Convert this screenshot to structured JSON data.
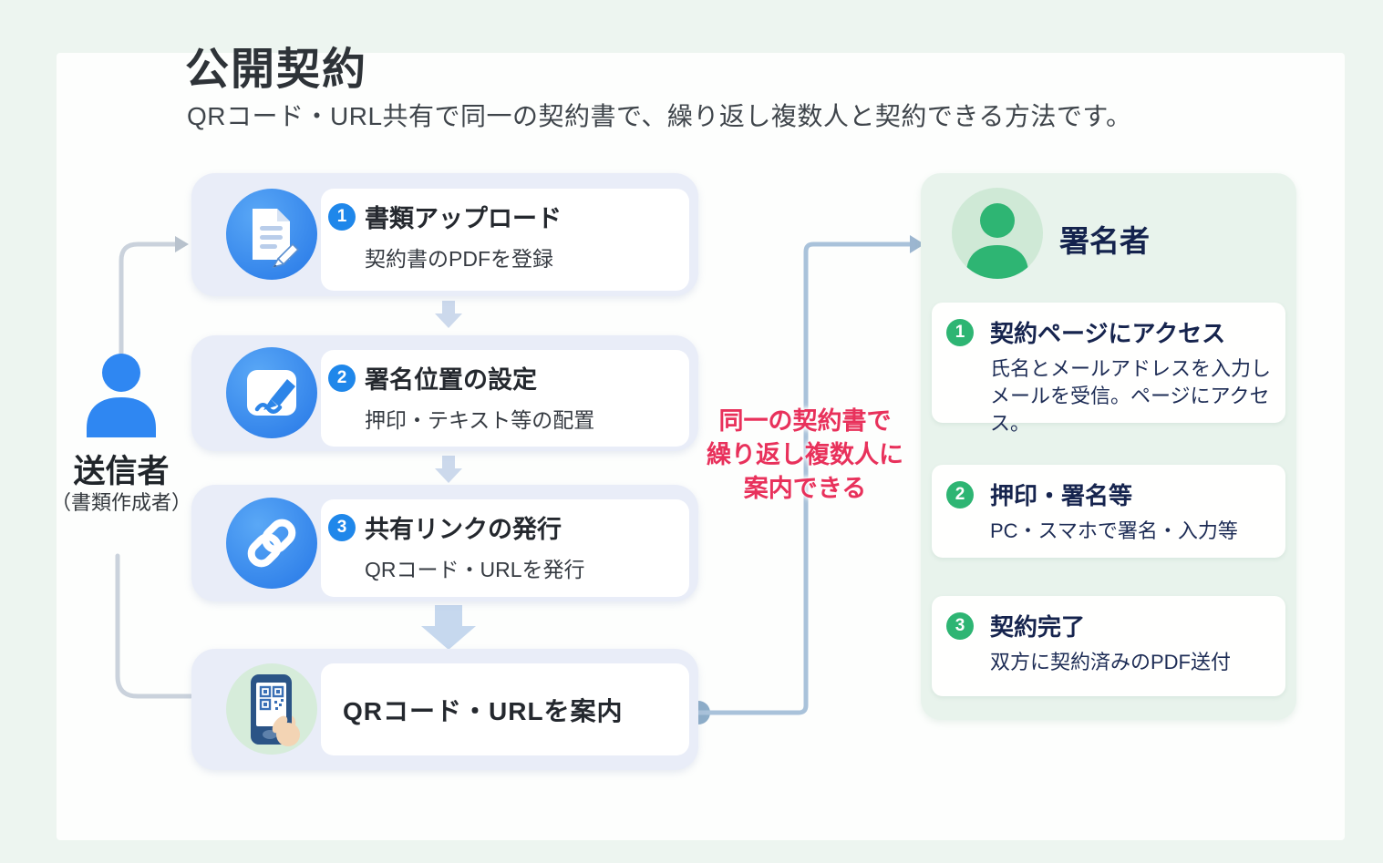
{
  "page": {
    "title": "公開契約",
    "subtitle": "QRコード・URL共有で同一の契約書で、繰り返し複数人と契約できる方法です。"
  },
  "sender": {
    "label": "送信者",
    "sublabel": "（書類作成者）",
    "icon": "person-icon",
    "color": "#2f87f2"
  },
  "sender_flow": {
    "steps": [
      {
        "num": "1",
        "title": "書類アップロード",
        "desc": "契約書のPDFを登録",
        "icon": "document-upload-icon"
      },
      {
        "num": "2",
        "title": "署名位置の設定",
        "desc": "押印・テキスト等の配置",
        "icon": "signature-position-icon"
      },
      {
        "num": "3",
        "title": "共有リンクの発行",
        "desc": "QRコード・URLを発行",
        "icon": "share-link-icon"
      }
    ],
    "final": {
      "title": "QRコード・URLを案内",
      "icon": "qr-phone-icon"
    }
  },
  "note": {
    "lines": [
      "同一の契約書で",
      "繰り返し複数人に",
      "案内できる"
    ],
    "color": "#e8315b"
  },
  "signer": {
    "label": "署名者",
    "icon": "person-icon",
    "color": "#2eb573",
    "steps": [
      {
        "num": "1",
        "title": "契約ページにアクセス",
        "desc_lines": [
          "氏名とメールアドレスを入力し",
          "メールを受信。ページにアクセス。"
        ]
      },
      {
        "num": "2",
        "title": "押印・署名等",
        "desc_lines": [
          "PC・スマホで署名・入力等"
        ]
      },
      {
        "num": "3",
        "title": "契約完了",
        "desc_lines": [
          "双方に契約済みのPDF送付"
        ]
      }
    ]
  },
  "colors": {
    "frame_background": "#edf5f0",
    "sender_box": "#e9edf8",
    "signer_panel": "#e8f3ec",
    "accent_blue": "#1f87ea",
    "accent_green": "#2eb573",
    "note_red": "#e8315b",
    "connector_blue": "#a9c2da",
    "connector_gray": "#cad2dc"
  }
}
